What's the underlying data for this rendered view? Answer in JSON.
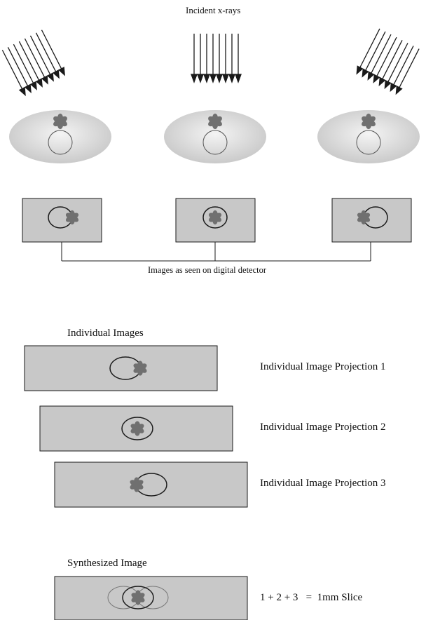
{
  "top": {
    "title": "Incident x-rays",
    "detector_caption": "Images as seen on digital detector"
  },
  "projections": {
    "heading": "Individual Images",
    "items": [
      {
        "label": "Individual Image Projection 1"
      },
      {
        "label": "Individual Image Projection 2"
      },
      {
        "label": "Individual Image Projection 3"
      }
    ]
  },
  "synthesized": {
    "heading": "Synthesized Image",
    "equation": "1 + 2 + 3   =  1mm Slice"
  },
  "colors": {
    "panel": "#c8c8c8",
    "object": "#707070",
    "stroke": "#1a1a1a",
    "body_gradient_edge": "#c6c6c6",
    "body_gradient_center": "#f4f4f4"
  },
  "icons": {
    "arrow": "down-arrow-icon",
    "object": "asterisk-blob-icon",
    "ring": "circle-outline-icon"
  }
}
